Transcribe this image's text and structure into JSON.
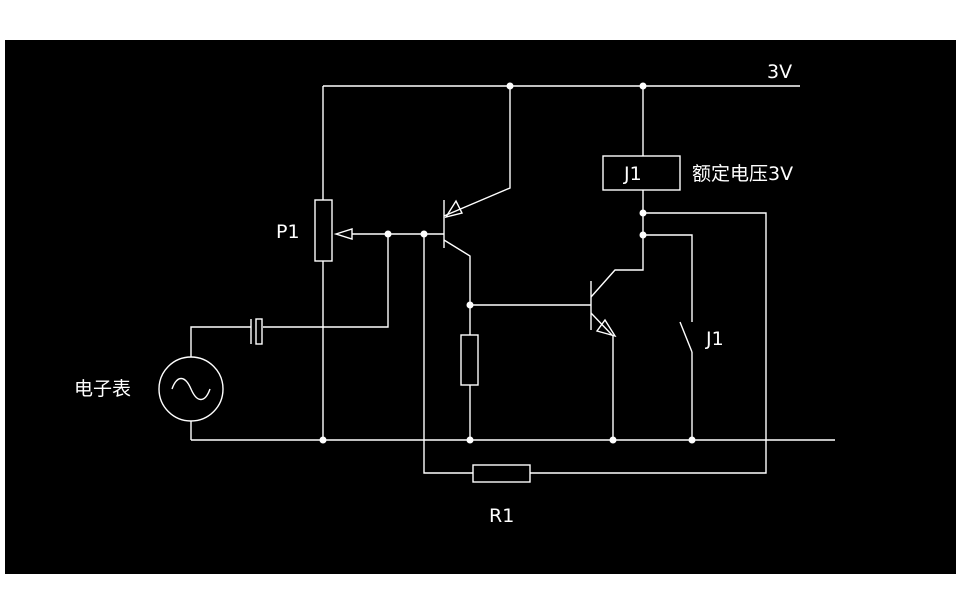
{
  "labels": {
    "supply": "3V",
    "relay_coil": "J1",
    "rated_voltage": "额定电压3V",
    "potentiometer": "P1",
    "relay_contact": "J1",
    "source": "电子表",
    "resistor": "R1"
  },
  "colors": {
    "background": "#000000",
    "page": "#ffffff",
    "line": "#ffffff"
  }
}
